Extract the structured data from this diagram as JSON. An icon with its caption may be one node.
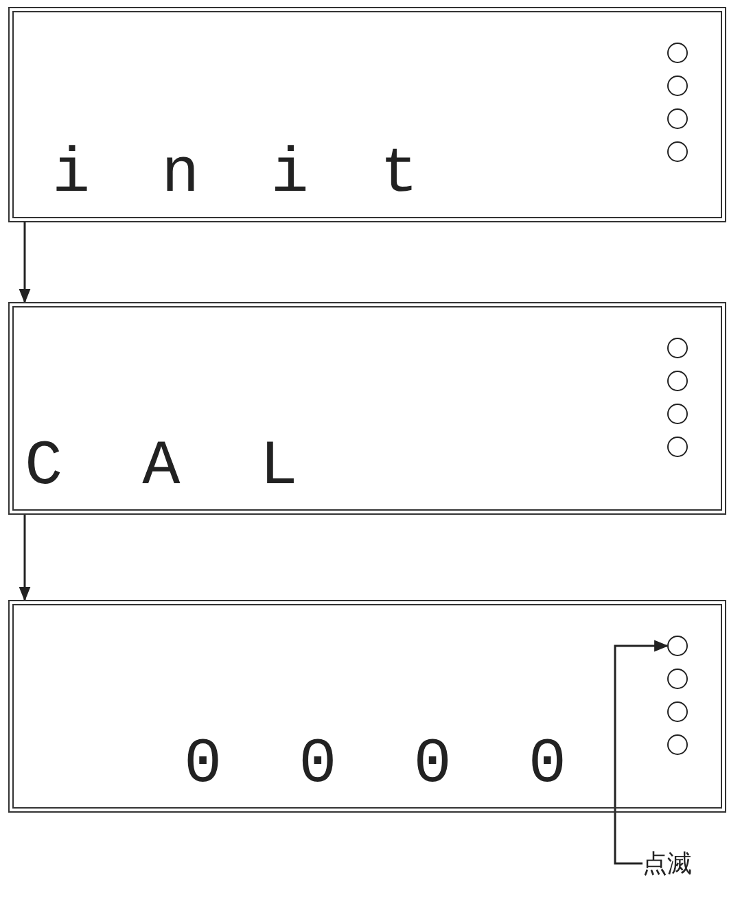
{
  "diagram": {
    "nodes": [
      {
        "text": [
          "init"
        ]
      },
      {
        "text": [],
        "shape": "circle",
        "in": 0
      },
      {
        "text": [],
        "shape": "circle",
        "in": 0
      },
      {
        "text": [],
        "shape": "circle",
        "in": 0
      },
      {
        "text": [],
        "shape": "circle",
        "in": 0
      },
      {
        "text": [
          "CAL"
        ]
      },
      {
        "text": [],
        "shape": "circle",
        "in": 5
      },
      {
        "text": [],
        "shape": "circle",
        "in": 5
      },
      {
        "text": [],
        "shape": "circle",
        "in": 5
      },
      {
        "text": [],
        "shape": "circle",
        "in": 5
      },
      {
        "text": [
          "0000"
        ]
      },
      {
        "text": [],
        "shape": "circle",
        "in": 10
      },
      {
        "text": [],
        "shape": "circle",
        "in": 10
      },
      {
        "text": [],
        "shape": "circle",
        "in": 10
      },
      {
        "text": [],
        "shape": "circle",
        "in": 10
      },
      {
        "text": [
          "点滅"
        ]
      }
    ],
    "edges": [
      {
        "from": 0,
        "to": 5,
        "arrow": "to"
      },
      {
        "from": 5,
        "to": 10,
        "arrow": "to"
      },
      {
        "from": 15,
        "to": 11,
        "arrow": "to"
      }
    ]
  }
}
